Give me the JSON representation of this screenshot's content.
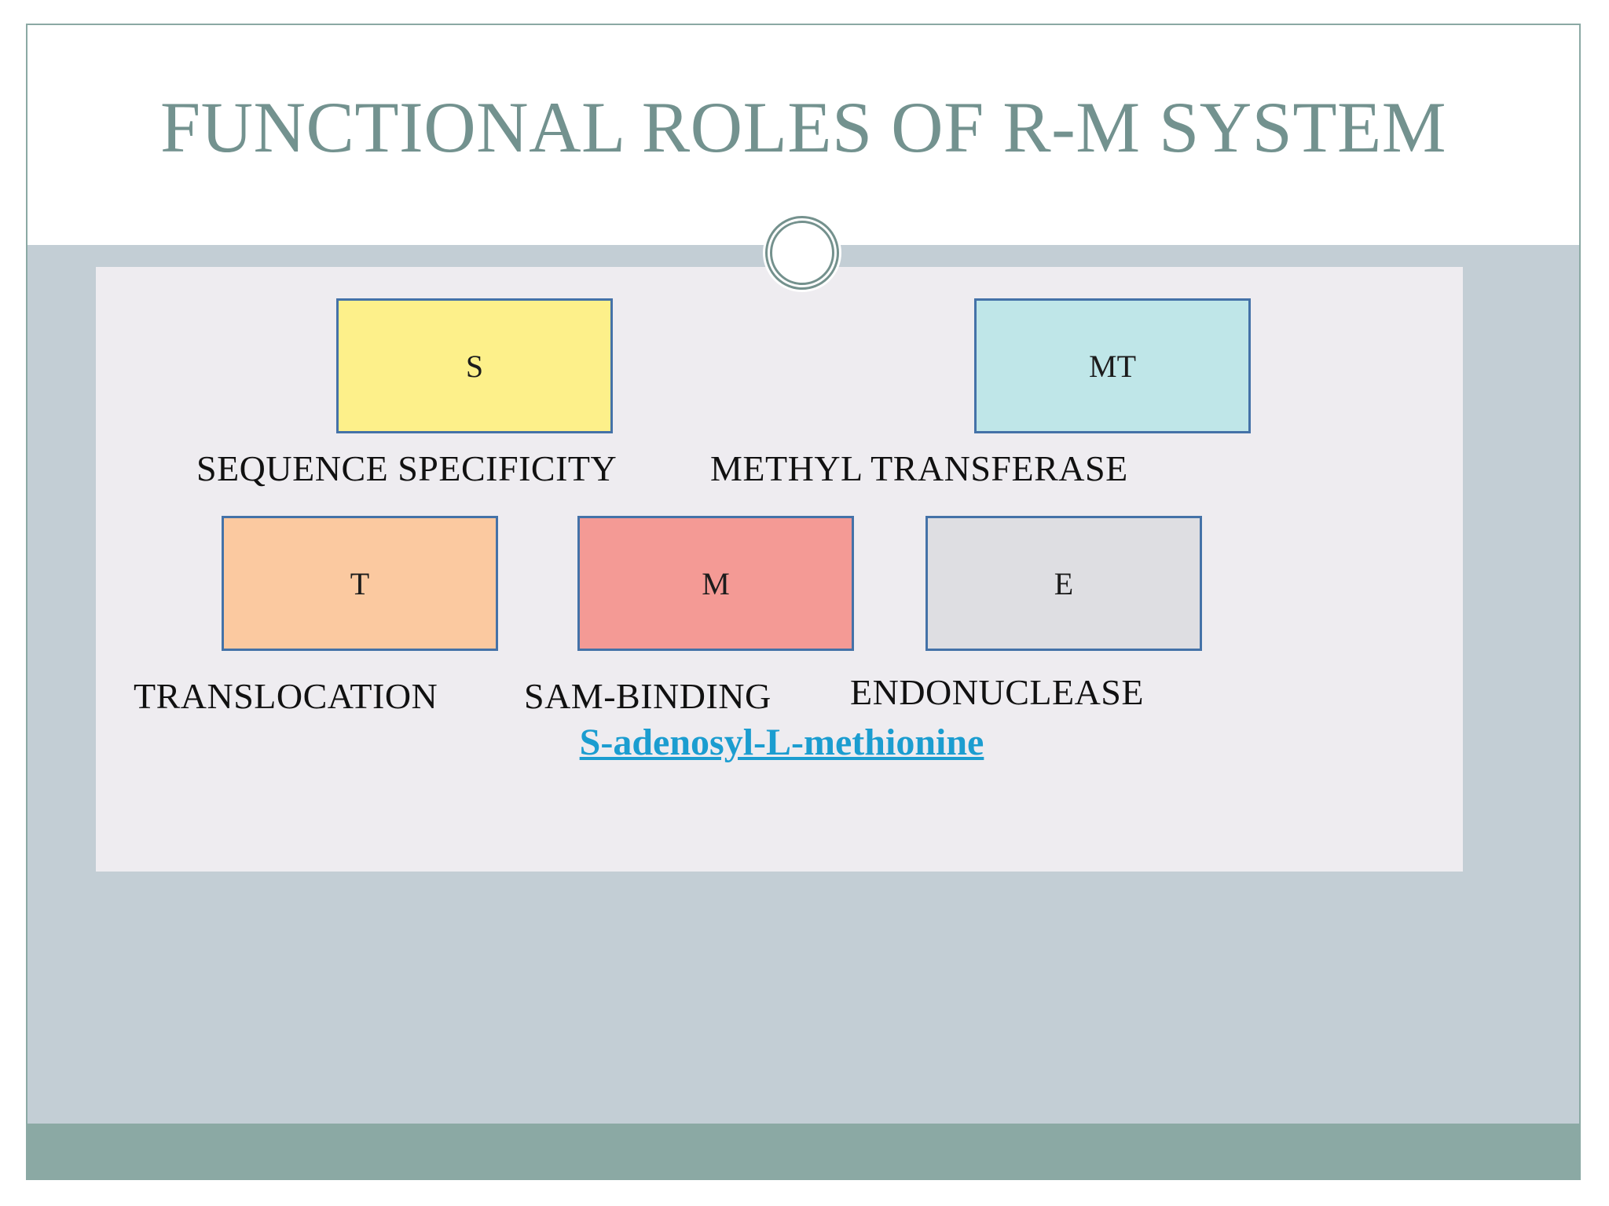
{
  "slide": {
    "title": "FUNCTIONAL ROLES OF R-M SYSTEM",
    "ornament_icon": "double-circle-ornament",
    "theme": {
      "title_color": "#73928f",
      "body_background": "#c3ced5",
      "panel_background": "#eeecf0",
      "footer_color": "#8ba9a4",
      "box_border_color": "#4472a8",
      "link_color": "#1b9dd0"
    }
  },
  "diagram": {
    "boxes": [
      {
        "id": "s",
        "letter": "S",
        "caption": "SEQUENCE SPECIFICITY",
        "fill": "#fdf08a",
        "row": 1,
        "col": 1
      },
      {
        "id": "mt",
        "letter": "MT",
        "caption": "METHYL TRANSFERASE",
        "fill": "#bfe6e8",
        "row": 1,
        "col": 2
      },
      {
        "id": "t",
        "letter": "T",
        "caption": "TRANSLOCATION",
        "fill": "#fbc9a0",
        "row": 2,
        "col": 1
      },
      {
        "id": "m",
        "letter": "M",
        "caption": "SAM-BINDING",
        "fill": "#f49a95",
        "row": 2,
        "col": 2
      },
      {
        "id": "e",
        "letter": "E",
        "caption": "ENDONUCLEASE",
        "fill": "#dedee2",
        "row": 2,
        "col": 3
      }
    ],
    "footnote_link": "S-adenosyl-L-methionine"
  }
}
